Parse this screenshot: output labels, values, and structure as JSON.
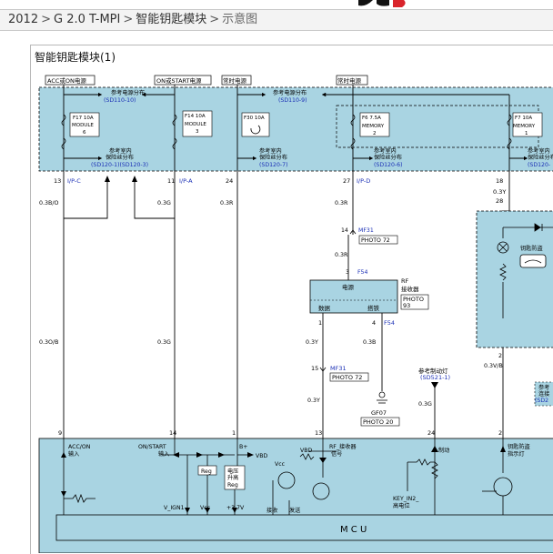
{
  "breadcrumb": {
    "items": [
      "2012",
      "G 2.0 T-MPI",
      "智能钥匙模块",
      "示意图"
    ],
    "separator": ">"
  },
  "panel": {
    "title": "智能钥匙模块(1)"
  },
  "colors": {
    "module_fill": "#a9d4e2",
    "wire": "#000000",
    "ref_blue": "#1a2fb5",
    "mcu_fill": "#a9d4e2"
  },
  "diagram": {
    "top_labels": [
      "ACC或ON电源",
      "ON或START电源",
      "常时电源",
      "常时电源"
    ],
    "fuse_module": {
      "ref1_title": "参考电源分布",
      "ref1_code": "(SD110-10)",
      "ref2_title": "参考电源分布",
      "ref2_code": "(SD110-9)",
      "f17": [
        "F17 10A",
        "MODULE",
        "6"
      ],
      "f14": [
        "F14 10A",
        "MODULE",
        "3"
      ],
      "f30": [
        "F30 10A"
      ],
      "f6": [
        "F6 7.5A",
        "MEMORY",
        "2"
      ],
      "f7": [
        "F7 10A",
        "MEMORY",
        "1"
      ],
      "inner1": [
        "参考室内",
        "保险丝分布",
        "(SD120-1)(SD120-3)"
      ],
      "inner2": [
        "参考室内",
        "保险丝分布",
        "(SD120-7)"
      ],
      "inner3": [
        "参考室内",
        "保险丝分布",
        "(SD120-6)"
      ],
      "inner4": [
        "参考室内",
        "保险丝分布",
        "(SD120-"
      ]
    },
    "pins_top": [
      {
        "num": "13",
        "conn": "I/P-C"
      },
      {
        "num": "11",
        "conn": "I/P-A"
      },
      {
        "num": "24",
        "conn": ""
      },
      {
        "num": "27",
        "conn": "I/P-D"
      },
      {
        "num": "18",
        "conn": ""
      }
    ],
    "wire_labels": {
      "w1a": "0.3B/O",
      "w1b": "0.3O/B",
      "w2a": "0.3G",
      "w2b": "0.3G",
      "w3": "0.3R",
      "w4a": "0.3R",
      "w4b": "0.3R",
      "w4c": "0.3Y",
      "w5a": "0.3Y",
      "w5b": "0.3V/B",
      "w6a": "0.3Y",
      "w6b": "0.3B",
      "w7": "0.3G"
    },
    "right_pin": "28",
    "right_pin2": "2",
    "mf31_top": {
      "pin": "14",
      "conn": "MF31",
      "photo": "PHOTO 72"
    },
    "f54_top": {
      "pin": "3",
      "conn": "F54"
    },
    "rf": {
      "title": "RF",
      "subtitle": "接收器",
      "photo1": "PHOTO",
      "photo2": "93",
      "power": "电源",
      "data": "数据",
      "ground": "搭铁"
    },
    "rf_pins": {
      "p1": "1",
      "p4": "4",
      "conn": "F54"
    },
    "mf31_bot": {
      "pin": "15",
      "conn": "MF31",
      "photo": "PHOTO 72"
    },
    "gf07": {
      "name": "GF07",
      "photo": "PHOTO 20"
    },
    "brake_ref": {
      "title": "参考制动灯",
      "code": "(SD521-1)"
    },
    "right_block": {
      "label": "钥匙防盗",
      "ref_title": "参考",
      "ref_sub": "连接",
      "ref_code": "(SD2"
    },
    "pins_bottom": [
      "9",
      "14",
      "1",
      "13",
      "24",
      "2"
    ],
    "mcu_module": {
      "acc_label": "ACC/ON",
      "acc_sub": "输入",
      "start_label": "ON/START",
      "start_sub": "输入",
      "bplus": "B+",
      "vbd": "VBD",
      "vbd2": "VBD",
      "rf_sig": "RF_接收器",
      "rf_sig2": "信号",
      "brake": "制动",
      "immo": "钥匙防盗",
      "immo2": "指示灯",
      "reg": "Reg",
      "reg2": [
        "电压",
        "升高",
        "Reg"
      ],
      "vcc": "Vcc",
      "vcc2": "Vcc",
      "v37": "+3.7V",
      "v_ign1": "V_IGN1",
      "key_in": "KEY_IN2_",
      "key_in2": "高电位",
      "rx": "接收",
      "tx": "发送",
      "mcu": "M C U"
    }
  }
}
